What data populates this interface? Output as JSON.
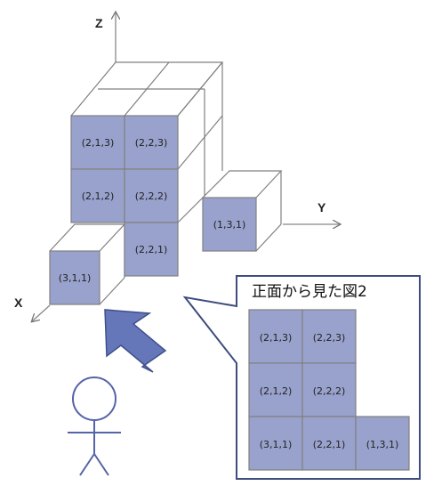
{
  "axes": {
    "z": "Z",
    "y": "Y",
    "x": "X"
  },
  "cubes": [
    {
      "label": "(2,1,3)"
    },
    {
      "label": "(2,2,3)"
    },
    {
      "label": "(2,1,2)"
    },
    {
      "label": "(2,2,2)"
    },
    {
      "label": "(2,2,1)"
    },
    {
      "label": "(3,1,1)"
    },
    {
      "label": "(1,3,1)"
    }
  ],
  "callout": {
    "title": "正面から見た図2",
    "grid": [
      {
        "label": "(2,1,3)"
      },
      {
        "label": "(2,2,3)"
      },
      {
        "label": "(2,1,2)"
      },
      {
        "label": "(2,2,2)"
      },
      {
        "label": "(3,1,1)"
      },
      {
        "label": "(2,2,1)"
      },
      {
        "label": "(1,3,1)"
      }
    ]
  },
  "colors": {
    "face": "#98a2cc",
    "line": "#808080",
    "arrow": "#6577b8",
    "arrow_stroke": "#3f4f8c",
    "person": "#5563a8",
    "callout_border": "#3d4d7e"
  }
}
